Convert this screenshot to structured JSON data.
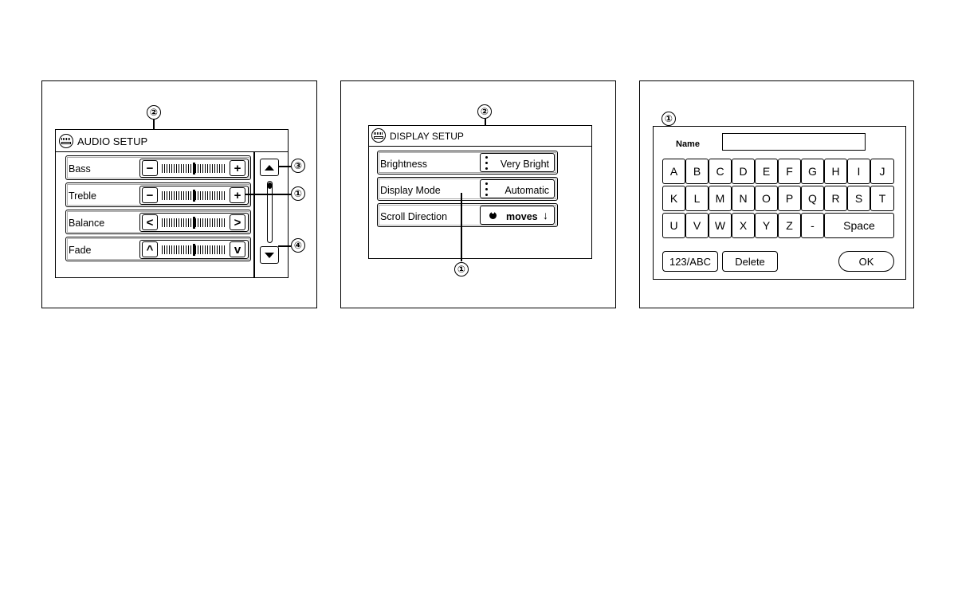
{
  "audio_setup": {
    "title": "AUDIO SETUP",
    "rows": [
      {
        "label": "Bass",
        "left": "−",
        "right": "+"
      },
      {
        "label": "Treble",
        "left": "−",
        "right": "+"
      },
      {
        "label": "Balance",
        "left": "<",
        "right": ">"
      },
      {
        "label": "Fade",
        "left": "^",
        "right": "v"
      }
    ],
    "scroll_up": "up-arrow-icon",
    "scroll_down": "down-arrow-icon",
    "callouts": [
      "②",
      "③",
      "①",
      "④"
    ]
  },
  "display_setup": {
    "title": "DISPLAY SETUP",
    "rows": [
      {
        "label": "Brightness",
        "value": "Very Bright"
      },
      {
        "label": "Display Mode",
        "value": "Automatic"
      },
      {
        "label": "Scroll Direction",
        "value": "moves"
      }
    ],
    "callouts": [
      "②",
      "①"
    ]
  },
  "keyboard": {
    "name_label": "Name",
    "name_value": "",
    "rows": [
      [
        "A",
        "B",
        "C",
        "D",
        "E",
        "F",
        "G",
        "H",
        "I",
        "J"
      ],
      [
        "K",
        "L",
        "M",
        "N",
        "O",
        "P",
        "Q",
        "R",
        "S",
        "T"
      ],
      [
        "U",
        "V",
        "W",
        "X",
        "Y",
        "Z",
        "-"
      ]
    ],
    "space_label": "Space",
    "mode_label": "123/ABC",
    "delete_label": "Delete",
    "ok_label": "OK",
    "callouts": [
      "①"
    ]
  }
}
